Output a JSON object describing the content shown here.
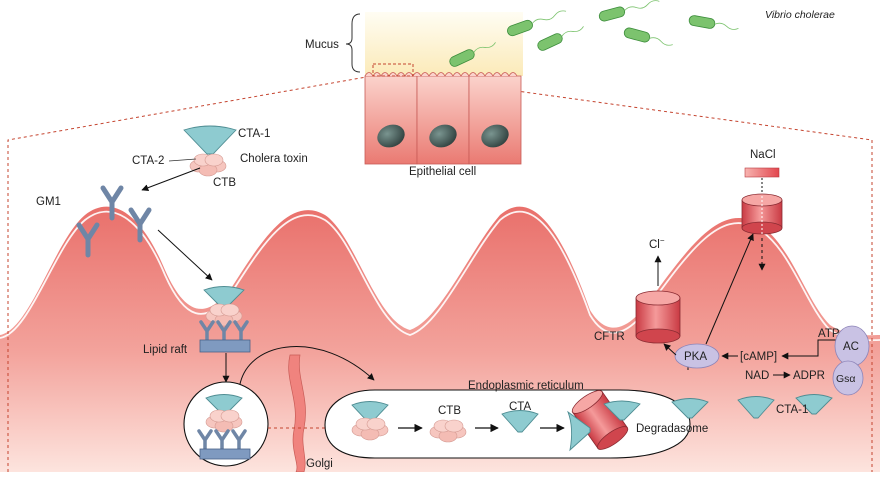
{
  "labels": {
    "mucus": "Mucus",
    "vibrio": "Vibrio cholerae",
    "epithelial_cell": "Epithelial cell",
    "cta1_top": "CTA-1",
    "cta2": "CTA-2",
    "cholera_toxin": "Cholera toxin",
    "ctb_top": "CTB",
    "gm1": "GM1",
    "lipid_raft": "Lipid raft",
    "golgi": "Golgi",
    "er": "Endoplasmic reticulum",
    "ctb_er": "CTB",
    "cta_er": "CTA",
    "degradasome": "Degradasome",
    "cl": "Cl",
    "cl_sup": "−",
    "nacl": "NaCl",
    "cftr": "CFTR",
    "pka": "PKA",
    "camp": "[cAMP]",
    "atp": "ATP",
    "ac": "AC",
    "nad": "NAD",
    "adpr": "ADPR",
    "gsa": "Gsα",
    "cta1_bottom": "CTA-1"
  },
  "colors": {
    "tissue": "#ef8f88",
    "tissue_light": "#fbd9d3",
    "mucus": "#fdf1c8",
    "bacteria": "#7cc36e",
    "toxin_a": "#8ecbd0",
    "toxin_b": "#f6c6bf",
    "receptor": "#6f86a6",
    "channel": "#e5565c",
    "enzyme": "#c9c2e4",
    "dashed": "#c5442f"
  }
}
